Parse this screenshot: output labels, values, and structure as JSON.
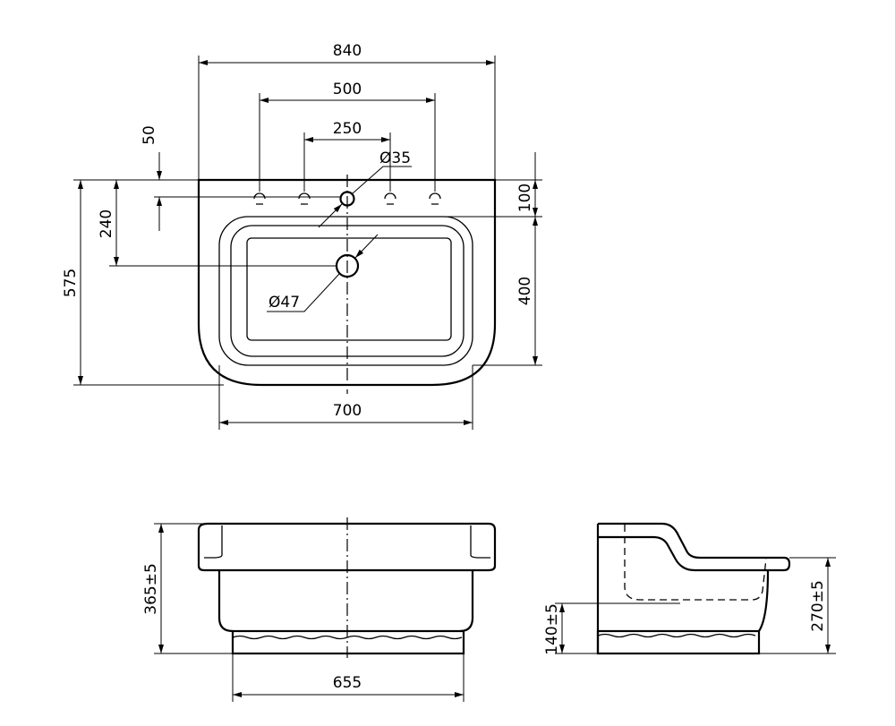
{
  "top_view": {
    "dim_width_total": "840",
    "dim_outer_taps": "500",
    "dim_inner_taps": "250",
    "dim_tap_offset": "50",
    "dim_drain_offset": "240",
    "dim_depth_total": "575",
    "dim_tap_zone": "100",
    "dim_bowl_depth": "400",
    "dim_bowl_width": "700",
    "dim_tap_hole": "Ø35",
    "dim_drain_hole": "Ø47"
  },
  "front_view": {
    "dim_height": "365±5",
    "dim_base_width": "655"
  },
  "side_view": {
    "dim_drain_height": "140±5",
    "dim_rim_height": "270±5"
  }
}
